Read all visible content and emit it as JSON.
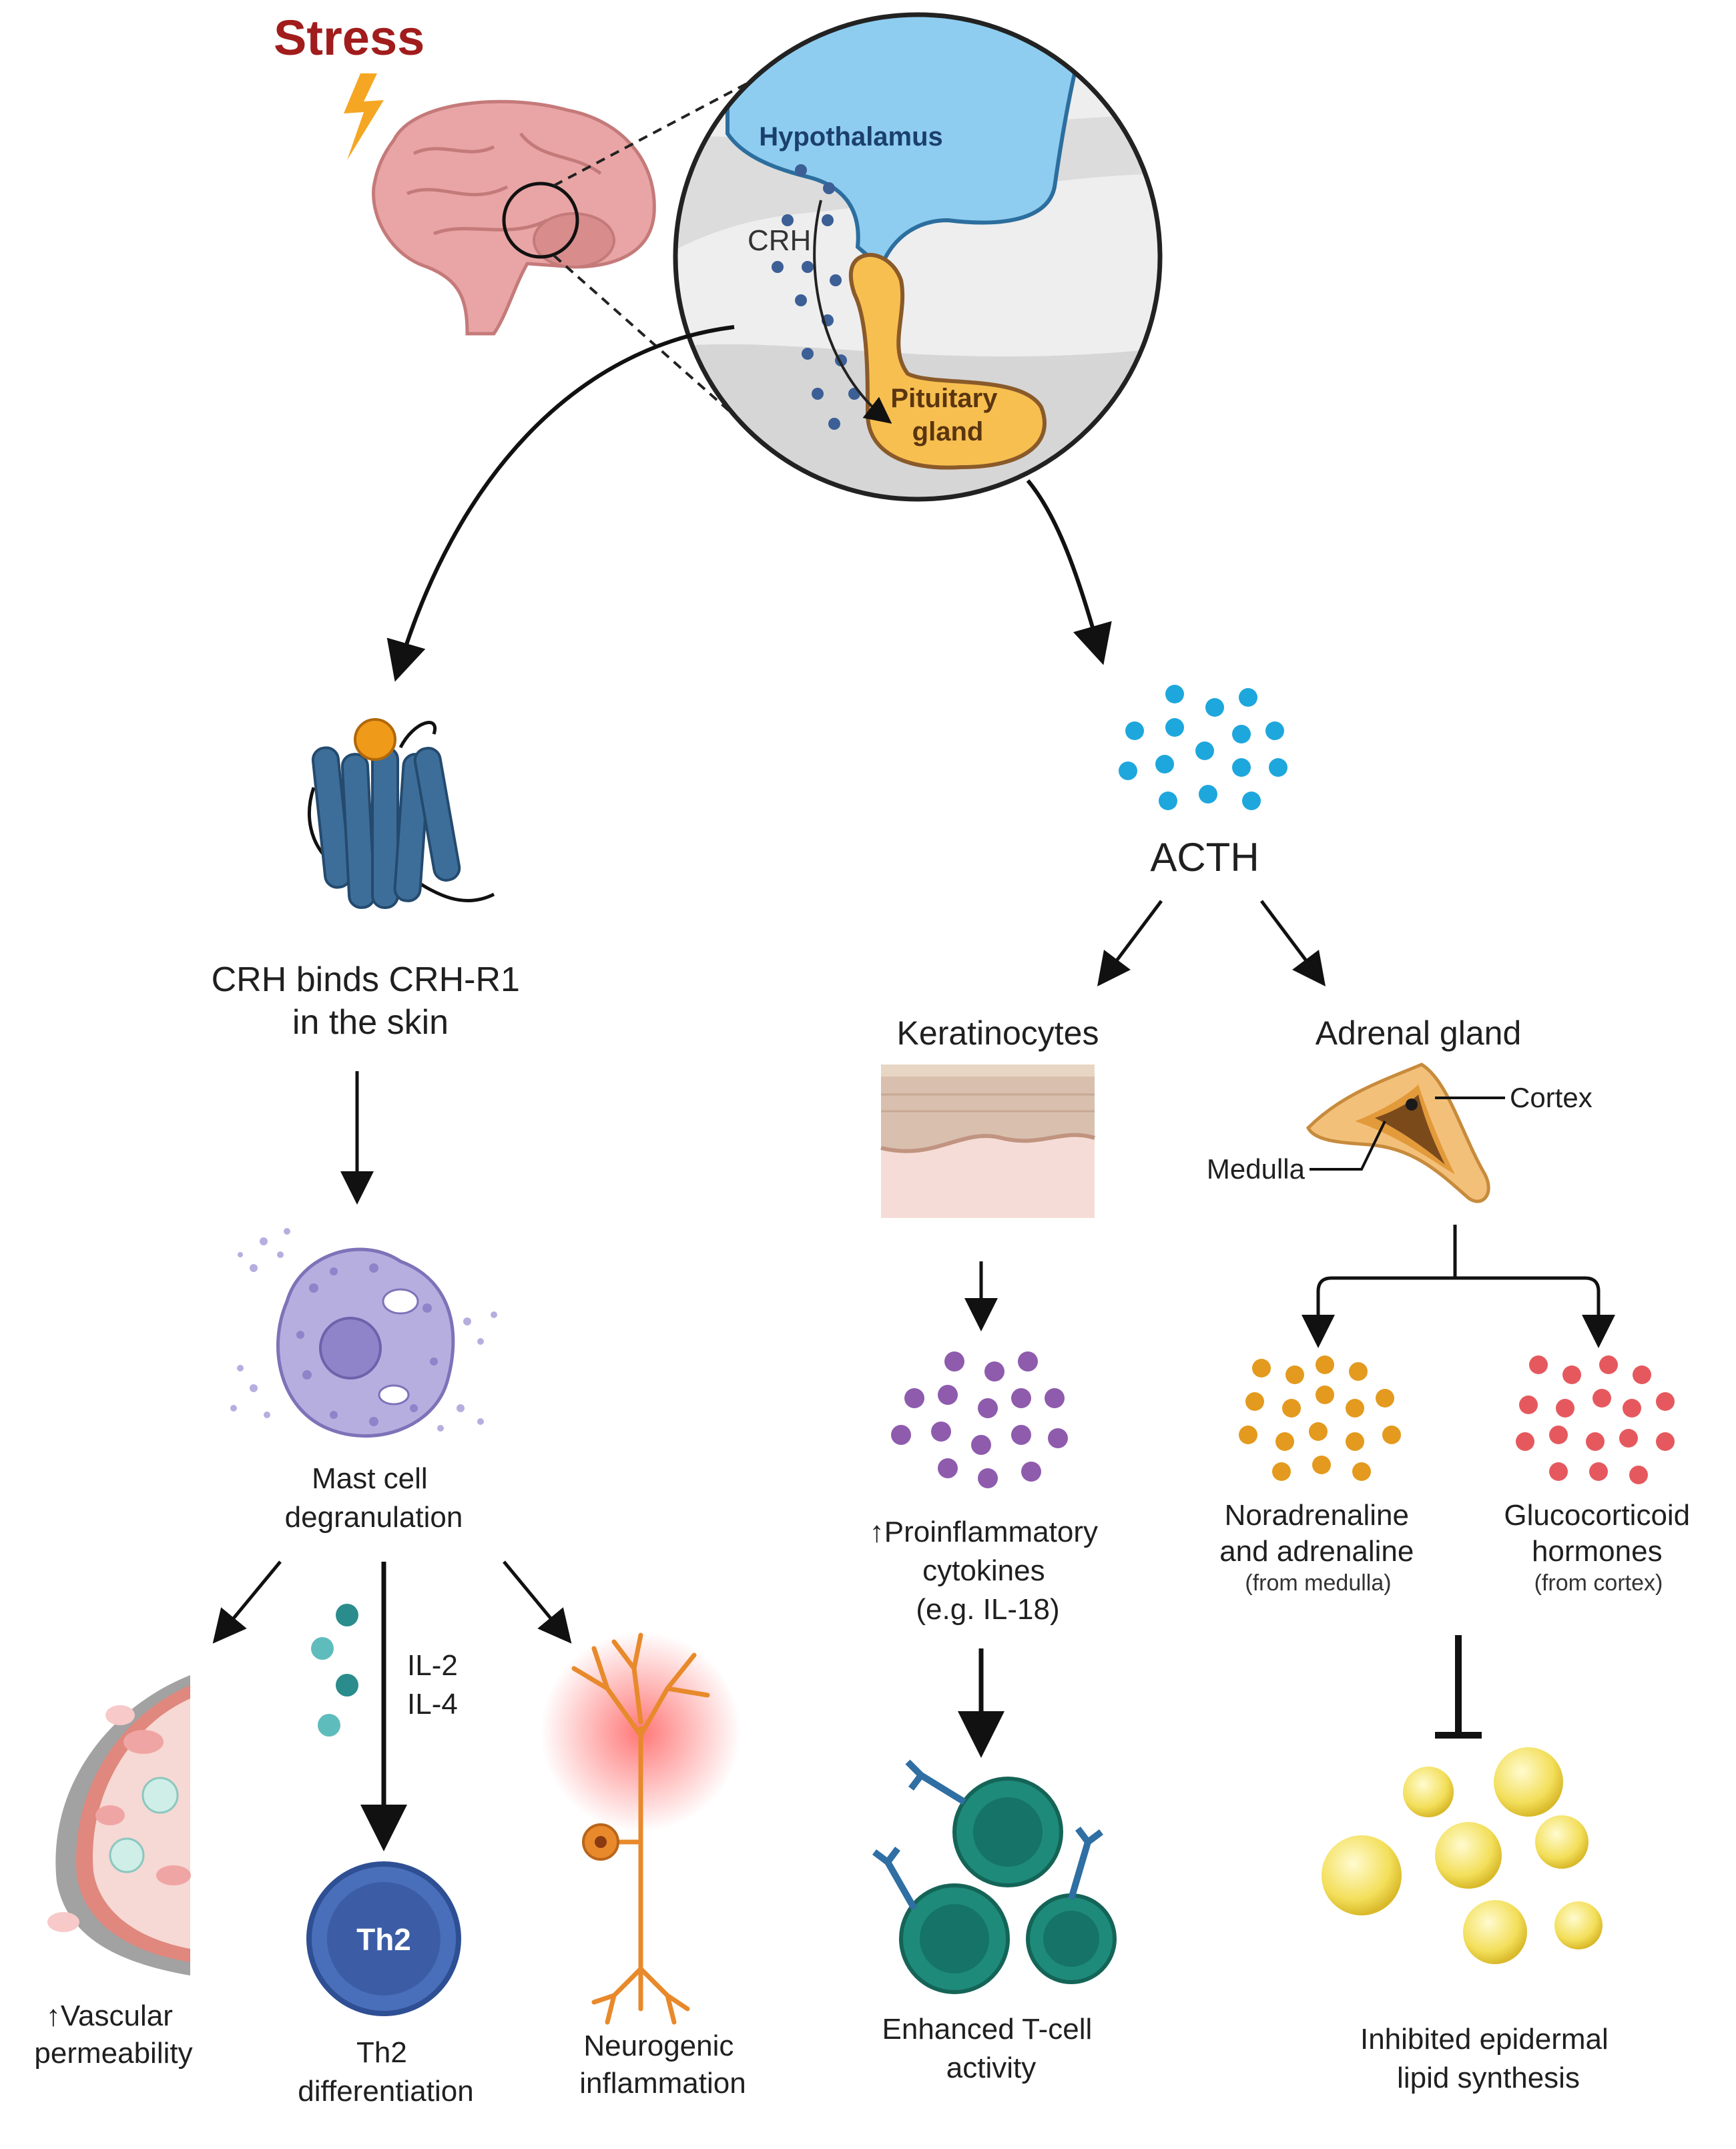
{
  "stress": "Stress",
  "hypothalamus": "Hypothalamus",
  "crh": "CRH",
  "pituitary": [
    "Pituitary",
    "gland"
  ],
  "acth": "ACTH",
  "crh_binds": [
    "CRH binds CRH-R1",
    "in the skin"
  ],
  "mast_cell": [
    "Mast cell",
    "degranulation"
  ],
  "interleukins": [
    "IL-2",
    "IL-4"
  ],
  "th2_badge": "Th2",
  "vascular": [
    "↑Vascular",
    "permeability"
  ],
  "th2_diff": [
    "Th2",
    "differentiation"
  ],
  "neurogenic": [
    "Neurogenic",
    "inflammation"
  ],
  "keratinocytes": "Keratinocytes",
  "adrenal": "Adrenal gland",
  "cortex": "Cortex",
  "medulla": "Medulla",
  "cytokines": [
    "↑Proinflammatory",
    "cytokines",
    "(e.g. IL-18)"
  ],
  "noradrenaline": [
    "Noradrenaline",
    "and adrenaline",
    "(from medulla)"
  ],
  "glucocorticoid": [
    "Glucocorticoid",
    "hormones",
    "(from cortex)"
  ],
  "tcell": [
    "Enhanced T-cell",
    "activity"
  ],
  "lipid": [
    "Inhibited epidermal",
    "lipid synthesis"
  ],
  "colors": {
    "stress_red": "#a11c1c",
    "bolt": "#f5a623",
    "hypothalamus": "#8ecdf0",
    "pituitary": "#f7bf4f",
    "receptor": "#3d6e9a",
    "acth_dot": "#1ea7dc",
    "mast_cell": "#b7aee0",
    "th2": "#4a6fba",
    "neuron": "#e8892b",
    "cytokine_dot": "#8e5bad",
    "noradrenaline_dot": "#e39a1e",
    "glucocorticoid_dot": "#e5595e",
    "tcell": "#1e8a7a",
    "lipid": "#f3df5a"
  }
}
